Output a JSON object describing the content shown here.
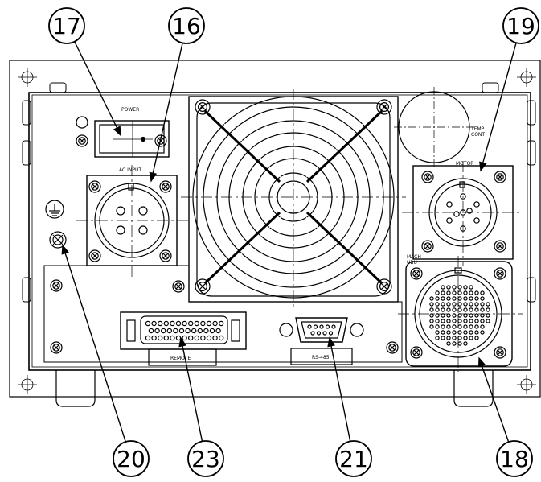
{
  "callouts": [
    {
      "id": "c17",
      "label": "17"
    },
    {
      "id": "c16",
      "label": "16"
    },
    {
      "id": "c19",
      "label": "19"
    },
    {
      "id": "c20",
      "label": "20"
    },
    {
      "id": "c23",
      "label": "23"
    },
    {
      "id": "c21",
      "label": "21"
    },
    {
      "id": "c18",
      "label": "18"
    }
  ],
  "panel_labels": {
    "power": "POWER",
    "ac_input": "AC INPUT",
    "motor": "MOTOR",
    "temp_cont": "TEMP\nCONT",
    "temp_line1": "TEMP",
    "temp_line2": "CONT",
    "mach_ubu": "MACH\nUBU",
    "mach_line1": "MACH",
    "mach_line2": "UBU",
    "remote": "REMOTE",
    "rs485": "RS-485"
  },
  "colors": {
    "line": "#000000",
    "background": "#ffffff"
  }
}
